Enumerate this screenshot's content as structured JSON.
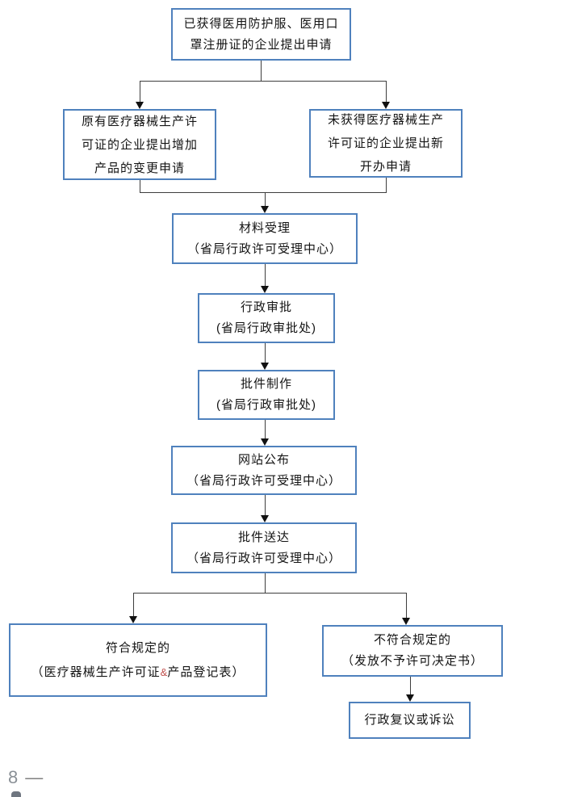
{
  "colors": {
    "box_border": "#4f81bd",
    "connector": "#3d3d3d",
    "arrowhead": "#111111",
    "ampersand": "#c0504d",
    "footer_text": "#8a9096"
  },
  "footer": {
    "page_number": "8",
    "dash": "—"
  },
  "flowchart": {
    "nodes": {
      "registered_enterprise_application": {
        "line1": "已获得医用防护服、医用口",
        "line2": "罩注册证的企业提出申请"
      },
      "existing_license_change_application": {
        "line1": "原有医疗器械生产许",
        "line2": "可证的企业提出增加",
        "line3": "产品的变更申请"
      },
      "new_establishment_application": {
        "line1": "未获得医疗器械生产",
        "line2": "许可证的企业提出新",
        "line3": "开办申请"
      },
      "material_acceptance": {
        "line1": "材料受理",
        "line2": "（省局行政许可受理中心）"
      },
      "administrative_approval": {
        "line1": "行政审批",
        "line2": "(省局行政审批处)"
      },
      "approval_document_production": {
        "line1": "批件制作",
        "line2": "(省局行政审批处)"
      },
      "website_publication": {
        "line1": "网站公布",
        "line2": "（省局行政许可受理中心）"
      },
      "approval_document_delivery": {
        "line1": "批件送达",
        "line2": "（省局行政许可受理中心）"
      },
      "compliant_result": {
        "line1": "符合规定的",
        "line2_pre": "（医疗器械生产许可证",
        "line2_amp": "&",
        "line2_post": "产品登记表）"
      },
      "noncompliant_result": {
        "line1": "不符合规定的",
        "line2": "（发放不予许可决定书）"
      },
      "administrative_review_or_litigation": {
        "line1": "行政复议或诉讼"
      }
    }
  }
}
